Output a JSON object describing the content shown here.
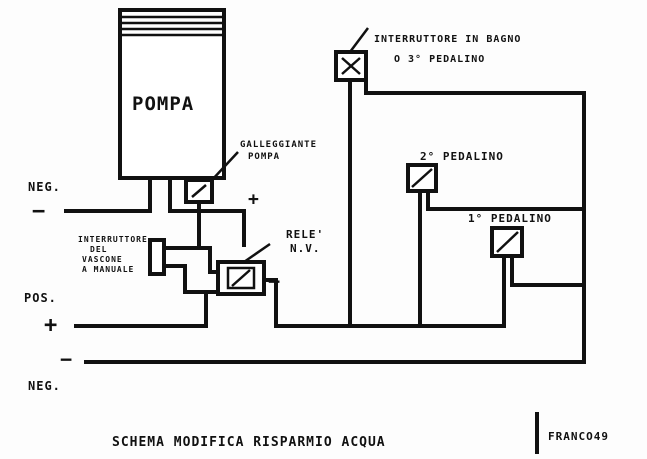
{
  "labels": {
    "pump": "POMPA",
    "pump_float": "GALLEGGIANTE POMPA",
    "float_line1": "GALLEGGIANTE",
    "float_line2": "POMPA",
    "bath_switch_line1": "INTERRUTTORE IN BAGNO",
    "bath_switch_line2": "O 3° PEDALINO",
    "pedal2": "2° PEDALINO",
    "pedal1": "1° PEDALINO",
    "relay_line1": "RELE'",
    "relay_line2": "N.V.",
    "tank_switch_line1": "INTERRUTTORE",
    "tank_switch_line2": "DEL",
    "tank_switch_line3": "VASCONE",
    "tank_switch_line4": "A MANUALE",
    "neg_top": "NEG.",
    "neg_top_sign": "−",
    "pos": "POS.",
    "pos_sign": "+",
    "neg_bottom_sign": "−",
    "neg_bottom": "NEG.",
    "plus_sign": "+",
    "minus_sign": "−"
  },
  "caption": {
    "title": "SCHEMA MODIFICA RISPARMIO ACQUA",
    "author": "FRANCO49"
  }
}
